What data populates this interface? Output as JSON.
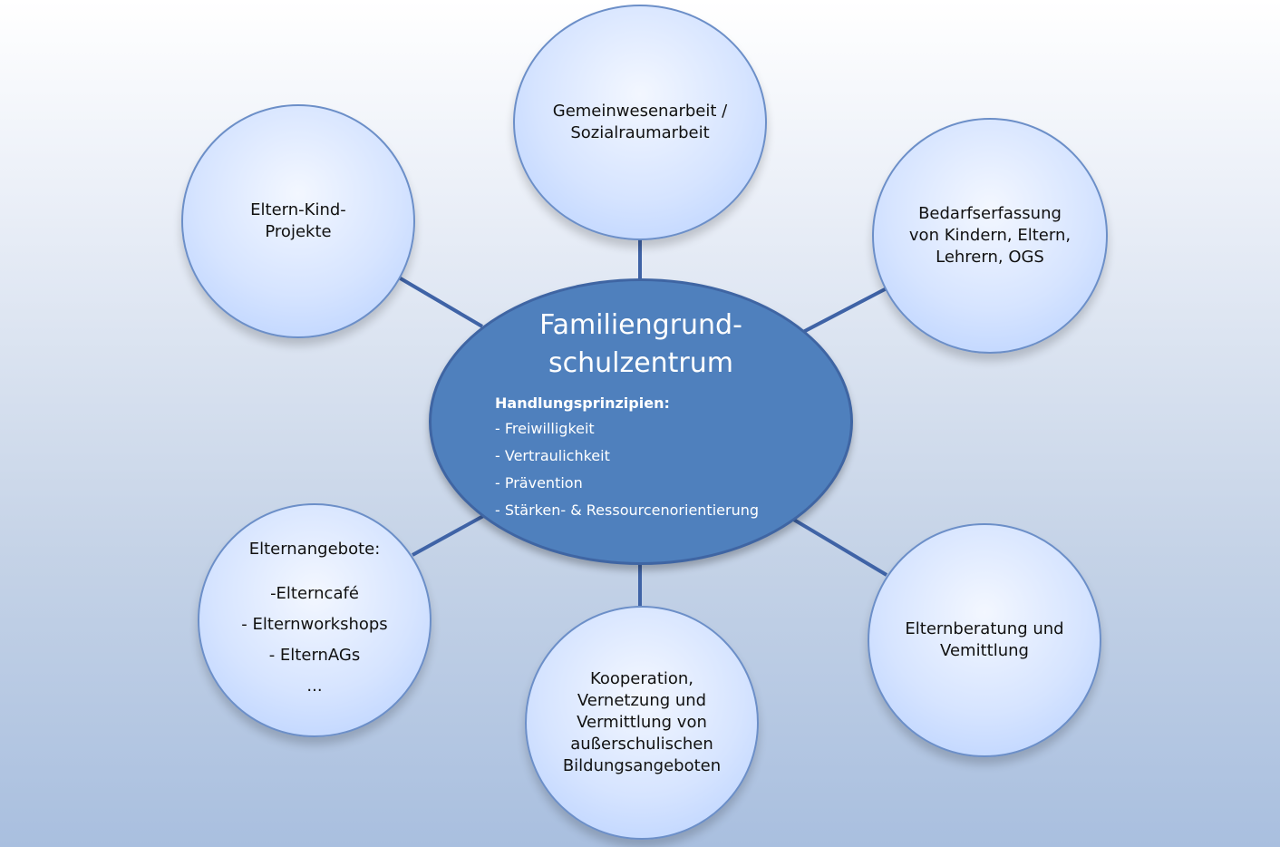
{
  "center": {
    "title_lines": [
      "Familiengrund-",
      "schulzentrum"
    ],
    "principles_heading": "Handlungsprinzipien:",
    "principles": [
      "- Freiwilligkeit",
      "- Vertraulichkeit",
      "- Prävention",
      "- Stärken- & Ressourcenorientierung"
    ]
  },
  "nodes": {
    "gemeinwesenarbeit": {
      "lines": [
        "Gemeinwesenarbeit /",
        "Sozialraumarbeit"
      ]
    },
    "eltern_kind": {
      "lines": [
        "Eltern-Kind-",
        "Projekte"
      ]
    },
    "bedarfserfassung": {
      "lines": [
        "Bedarfserfassung",
        "von Kindern, Eltern,",
        "Lehrern, OGS"
      ]
    },
    "elternangebote": {
      "lines": [
        "Elternangebote:",
        "-Elterncafé",
        "- Elternworkshops",
        "- ElternAGs",
        "..."
      ]
    },
    "kooperation": {
      "lines": [
        "Kooperation,",
        "Vernetzung und",
        "Vermittlung von",
        "außerschulischen",
        "Bildungsangeboten"
      ]
    },
    "elternberatung": {
      "lines": [
        "Elternberatung und",
        "Vemittlung"
      ]
    }
  },
  "colors": {
    "center_fill": "#4f80bd",
    "connector": "#3f63a6",
    "node_border": "#6c8fc8"
  }
}
